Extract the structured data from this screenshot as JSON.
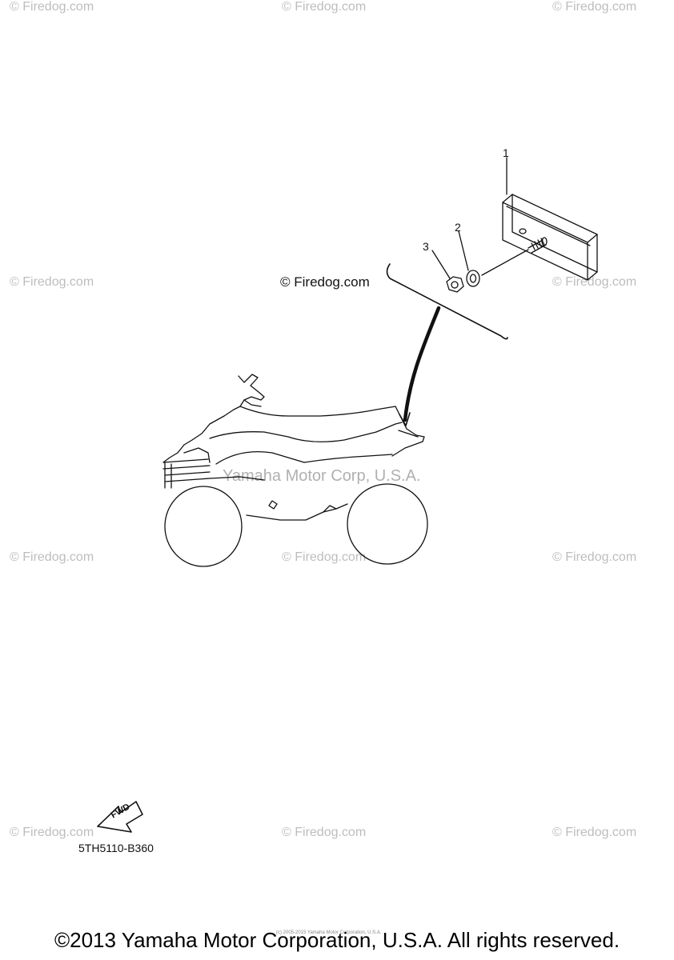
{
  "watermark": "© Firedog.com",
  "watermark_overlay": "Yamaha Motor Corp, U.S.A.",
  "callouts": {
    "c1": "1",
    "c2": "2",
    "c3": "3"
  },
  "fwd": "FWD",
  "diagram_code": "5TH5110-B360",
  "tiny_note": "(c) 2005-2015 Yamaha Motor Corporation, U.S.A.",
  "footer_copyright": "©2013 Yamaha Motor Corporation, U.S.A. All rights reserved.",
  "colors": {
    "line": "#111111",
    "watermark": "#bdbdbd"
  }
}
